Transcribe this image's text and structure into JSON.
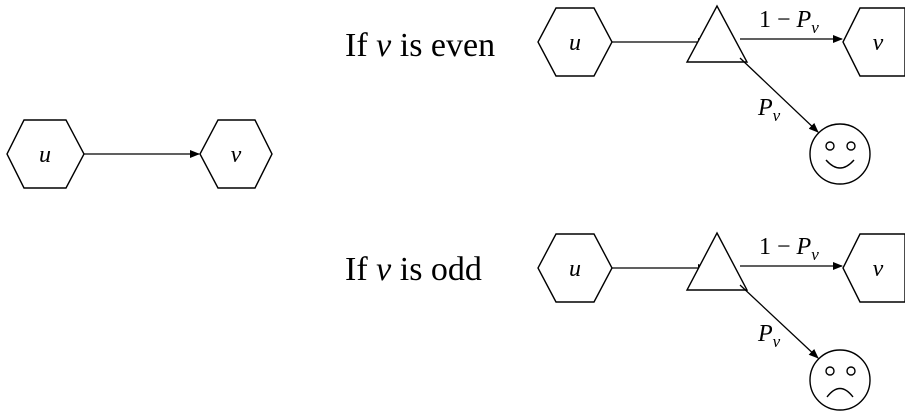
{
  "diagram": {
    "left_node_u": "u",
    "left_node_v": "v",
    "even_case": {
      "condition_prefix": "If ",
      "condition_var": "v",
      "condition_suffix": " is even",
      "node_u": "u",
      "node_v": "v",
      "label_continue": "1 − ",
      "label_continue_var": "P",
      "label_continue_sub": "v",
      "label_stop_var": "P",
      "label_stop_sub": "v",
      "outcome_icon": "happy-face-icon"
    },
    "odd_case": {
      "condition_prefix": "If ",
      "condition_var": "v",
      "condition_suffix": " is odd",
      "node_u": "u",
      "node_v": "v",
      "label_continue": "1 − ",
      "label_continue_var": "P",
      "label_continue_sub": "v",
      "label_stop_var": "P",
      "label_stop_sub": "v",
      "outcome_icon": "sad-face-icon"
    }
  }
}
